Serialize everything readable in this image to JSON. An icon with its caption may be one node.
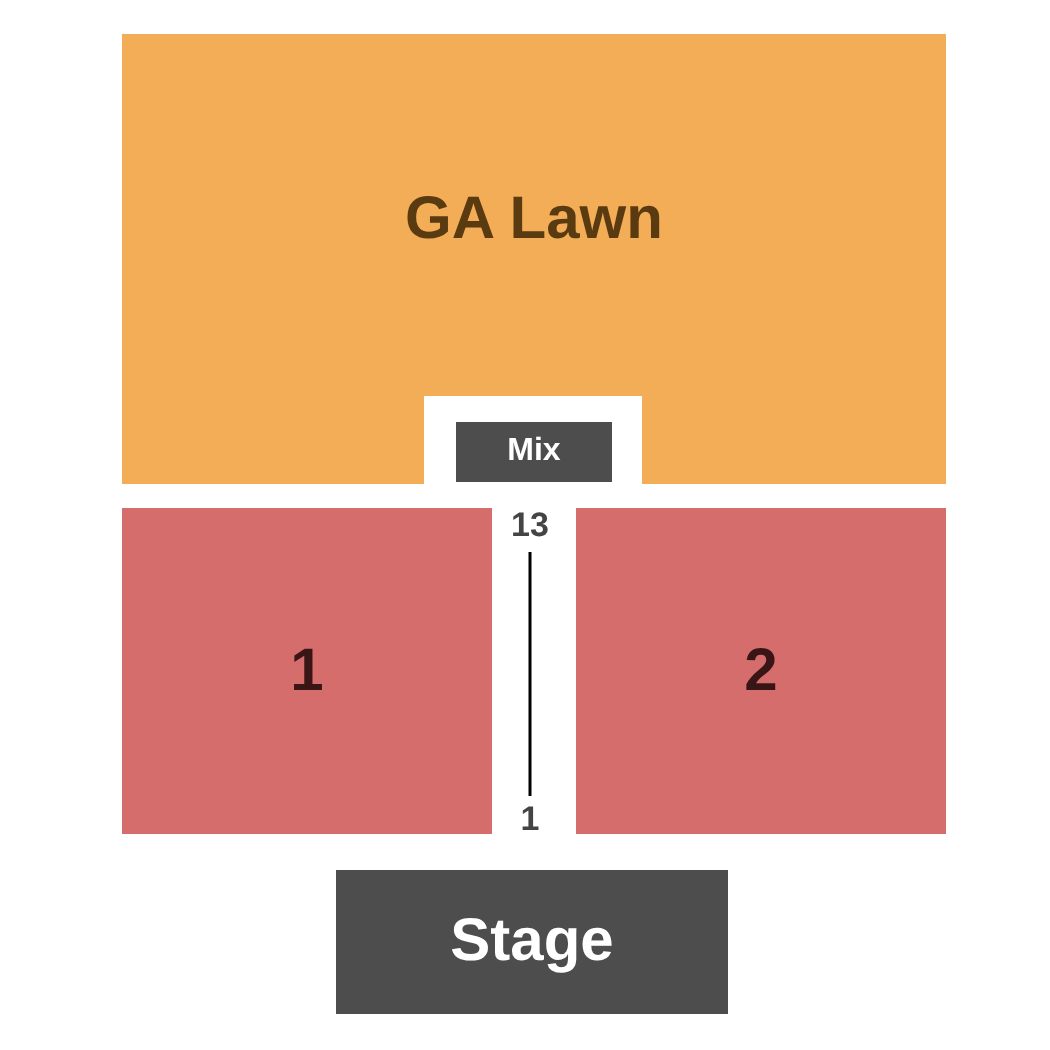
{
  "diagram": {
    "nodes": [
      {
        "text": [
          "GA Lawn"
        ]
      },
      {
        "text": [
          "Mix"
        ]
      },
      {
        "text": [
          "1"
        ]
      },
      {
        "text": [
          "2"
        ]
      },
      {
        "text": [
          "Stage"
        ]
      }
    ],
    "labels": [
      "13",
      "1"
    ]
  }
}
